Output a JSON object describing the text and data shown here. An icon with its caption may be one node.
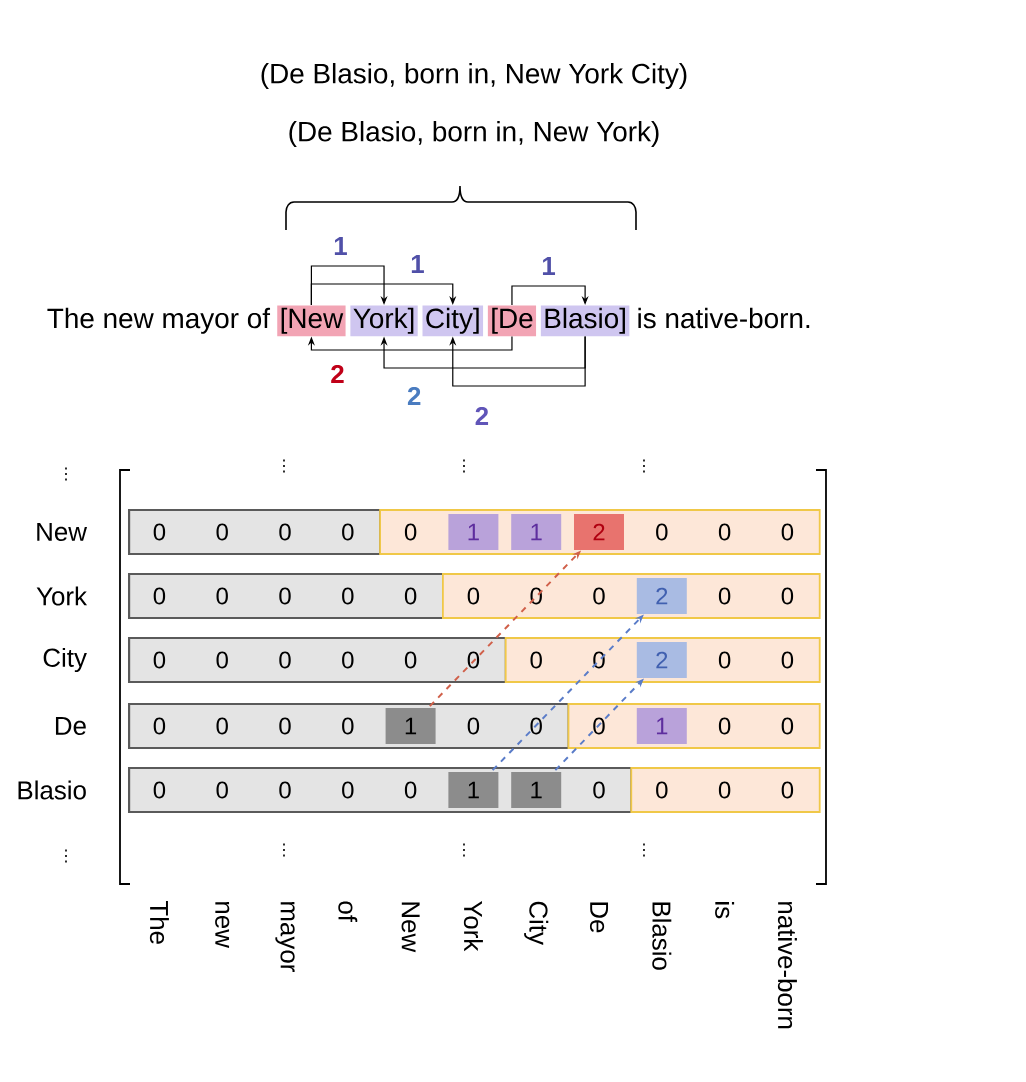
{
  "diagram": {
    "nodes": [
      {
        "text": [
          "The new mayor of"
        ]
      },
      {
        "text": [
          "[New"
        ]
      },
      {
        "text": [
          "York]"
        ]
      },
      {
        "text": [
          "City]"
        ]
      },
      {
        "text": [
          "[De"
        ]
      },
      {
        "text": [
          "Blasio]"
        ]
      },
      {
        "text": [
          "is native-born."
        ]
      },
      {
        "text": [],
        "shape": "bar"
      },
      {
        "text": [],
        "shape": "bar"
      },
      {
        "text": [
          "0"
        ],
        "in": 7
      },
      {
        "text": [
          "0"
        ],
        "in": 7
      },
      {
        "text": [
          "0"
        ],
        "in": 7
      },
      {
        "text": [
          "0"
        ],
        "in": 7
      },
      {
        "text": [
          "0"
        ],
        "in": 8
      },
      {
        "text": [
          "1"
        ],
        "in": 8
      },
      {
        "text": [
          "1"
        ],
        "in": 8
      },
      {
        "text": [
          "2"
        ],
        "in": 8
      },
      {
        "text": [
          "0"
        ],
        "in": 8
      },
      {
        "text": [
          "0"
        ],
        "in": 8
      },
      {
        "text": [
          "0"
        ],
        "in": 8
      },
      {
        "text": [],
        "shape": "bar"
      },
      {
        "text": [],
        "shape": "bar"
      },
      {
        "text": [
          "0"
        ],
        "in": 20
      },
      {
        "text": [
          "0"
        ],
        "in": 20
      },
      {
        "text": [
          "0"
        ],
        "in": 20
      },
      {
        "text": [
          "0"
        ],
        "in": 20
      },
      {
        "text": [
          "0"
        ],
        "in": 20
      },
      {
        "text": [
          "0"
        ],
        "in": 21
      },
      {
        "text": [
          "0"
        ],
        "in": 21
      },
      {
        "text": [
          "0"
        ],
        "in": 21
      },
      {
        "text": [
          "2"
        ],
        "in": 21
      },
      {
        "text": [
          "0"
        ],
        "in": 21
      },
      {
        "text": [
          "0"
        ],
        "in": 21
      },
      {
        "text": [],
        "shape": "bar"
      },
      {
        "text": [],
        "shape": "bar"
      },
      {
        "text": [
          "0"
        ],
        "in": 33
      },
      {
        "text": [
          "0"
        ],
        "in": 33
      },
      {
        "text": [
          "0"
        ],
        "in": 33
      },
      {
        "text": [
          "0"
        ],
        "in": 33
      },
      {
        "text": [
          "0"
        ],
        "in": 33
      },
      {
        "text": [
          "0"
        ],
        "in": 33
      },
      {
        "text": [
          "0"
        ],
        "in": 34
      },
      {
        "text": [
          "0"
        ],
        "in": 34
      },
      {
        "text": [
          "2"
        ],
        "in": 34
      },
      {
        "text": [
          "0"
        ],
        "in": 34
      },
      {
        "text": [
          "0"
        ],
        "in": 34
      },
      {
        "text": [],
        "shape": "bar"
      },
      {
        "text": [],
        "shape": "bar"
      },
      {
        "text": [
          "0"
        ],
        "in": 46
      },
      {
        "text": [
          "0"
        ],
        "in": 46
      },
      {
        "text": [
          "0"
        ],
        "in": 46
      },
      {
        "text": [
          "0"
        ],
        "in": 46
      },
      {
        "text": [
          "1"
        ],
        "in": 46
      },
      {
        "text": [
          "0"
        ],
        "in": 46
      },
      {
        "text": [
          "0"
        ],
        "in": 46
      },
      {
        "text": [
          "0"
        ],
        "in": 47
      },
      {
        "text": [
          "1"
        ],
        "in": 47
      },
      {
        "text": [
          "0"
        ],
        "in": 47
      },
      {
        "text": [
          "0"
        ],
        "in": 47
      },
      {
        "text": [],
        "shape": "bar"
      },
      {
        "text": [],
        "shape": "bar"
      },
      {
        "text": [
          "0"
        ],
        "in": 59
      },
      {
        "text": [
          "0"
        ],
        "in": 59
      },
      {
        "text": [
          "0"
        ],
        "in": 59
      },
      {
        "text": [
          "0"
        ],
        "in": 59
      },
      {
        "text": [
          "0"
        ],
        "in": 59
      },
      {
        "text": [
          "1"
        ],
        "in": 59
      },
      {
        "text": [
          "1"
        ],
        "in": 59
      },
      {
        "text": [
          "0"
        ],
        "in": 59
      },
      {
        "text": [
          "0"
        ],
        "in": 60
      },
      {
        "text": [
          "0"
        ],
        "in": 60
      },
      {
        "text": [
          "0"
        ],
        "in": 60
      }
    ],
    "edges": [
      {
        "from": 1,
        "to": 2,
        "arrow": "to",
        "label": "1"
      },
      {
        "from": 1,
        "to": 3,
        "arrow": "to",
        "label": "1"
      },
      {
        "from": 4,
        "to": 5,
        "arrow": "to",
        "label": "1"
      },
      {
        "from": 4,
        "to": 1,
        "arrow": "to",
        "label": "2"
      },
      {
        "from": 5,
        "to": 2,
        "arrow": "to",
        "label": "2"
      },
      {
        "from": 5,
        "to": 3,
        "arrow": "to",
        "label": "2"
      },
      {
        "from": 52,
        "to": 16,
        "arrow": "to",
        "style": "dashed",
        "color": "#d0604a"
      },
      {
        "from": 66,
        "to": 30,
        "arrow": "to",
        "style": "dashed",
        "color": "#5a7cc8"
      },
      {
        "from": 67,
        "to": 43,
        "arrow": "to",
        "style": "dashed",
        "color": "#5a7cc8"
      }
    ],
    "labels": [
      "(De Blasio, born in, New York City)",
      "(De Blasio, born in, New York)",
      "⋮",
      "⋮",
      "⋮",
      "⋮",
      "New",
      "York",
      "City",
      "De",
      "Blasio",
      "⋮",
      "⋮",
      "⋮",
      "⋮",
      "The",
      "new",
      "mayor",
      "of",
      "New",
      "York",
      "City",
      "De",
      "Blasio",
      "is",
      "native-born"
    ]
  }
}
